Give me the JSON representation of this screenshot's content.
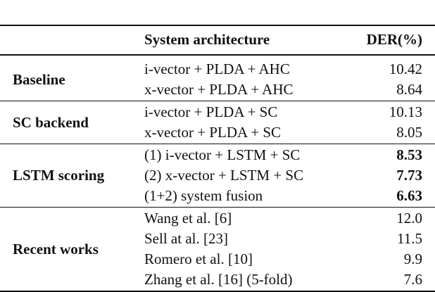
{
  "header": {
    "architecture": "System architecture",
    "der": "DER(%)"
  },
  "groups": [
    {
      "name": "Baseline",
      "rows": [
        {
          "arch": "i-vector + PLDA + AHC",
          "der": "10.42",
          "bold": false
        },
        {
          "arch": "x-vector + PLDA + AHC",
          "der": "8.64",
          "bold": false
        }
      ]
    },
    {
      "name": "SC backend",
      "rows": [
        {
          "arch": "i-vector + PLDA + SC",
          "der": "10.13",
          "bold": false
        },
        {
          "arch": "x-vector + PLDA + SC",
          "der": "8.05",
          "bold": false
        }
      ]
    },
    {
      "name": "LSTM scoring",
      "rows": [
        {
          "arch": "(1) i-vector + LSTM + SC",
          "der": "8.53",
          "bold": true
        },
        {
          "arch": "(2) x-vector + LSTM + SC",
          "der": "7.73",
          "bold": true
        },
        {
          "arch": "(1+2) system fusion",
          "der": "6.63",
          "bold": true
        }
      ]
    },
    {
      "name": "Recent works",
      "rows": [
        {
          "arch": "Wang et al. [6]",
          "der": "12.0",
          "bold": false
        },
        {
          "arch": "Sell at al. [23]",
          "der": "11.5",
          "bold": false
        },
        {
          "arch": "Romero et al. [10]",
          "der": "9.9",
          "bold": false
        },
        {
          "arch": "Zhang et al. [16] (5-fold)",
          "der": "7.6",
          "bold": false
        }
      ]
    }
  ]
}
